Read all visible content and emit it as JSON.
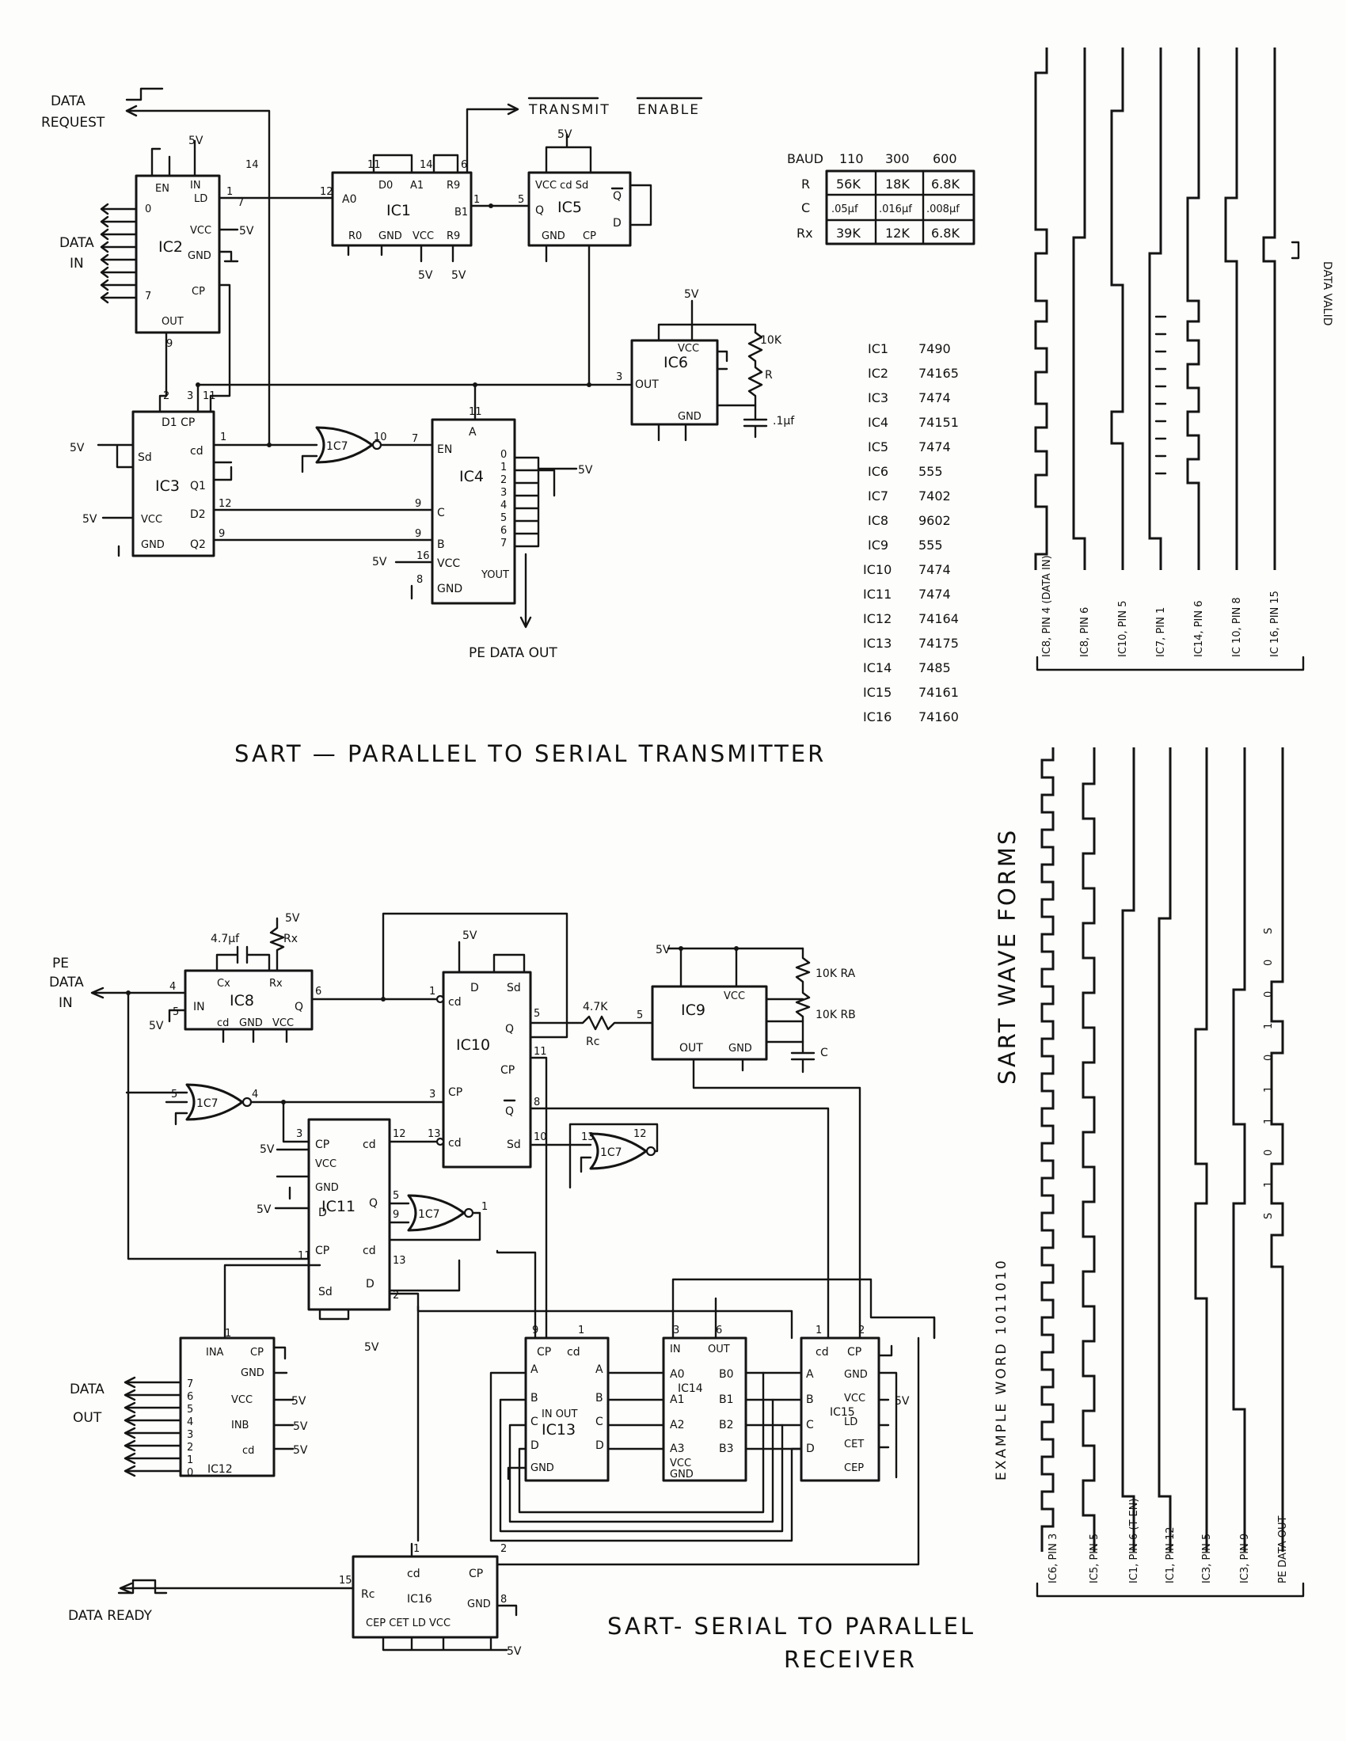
{
  "titles": {
    "transmitter": "SART — PARALLEL TO SERIAL TRANSMITTER",
    "receiver_line1": "SART- SERIAL TO PARALLEL",
    "receiver_line2": "RECEIVER",
    "waveforms": "SART WAVE FORMS",
    "example_word": "EXAMPLE WORD 1011010"
  },
  "tx": {
    "data_request_1": "DATA",
    "data_request_2": "REQUEST",
    "data_in_1": "DATA",
    "data_in_2": "IN",
    "transmit": "TRANSMIT",
    "enable": "ENABLE",
    "pe_data_out": "PE DATA OUT",
    "fiveV": "5V",
    "r10k": "10K",
    "r": "R",
    "cap": ".1μf",
    "ic7": "1C7",
    "ic1": {
      "name": "IC1",
      "pins": [
        "A0",
        "D0",
        "A1",
        "R9",
        "B1",
        "R0",
        "GND",
        "VCC",
        "R9"
      ]
    },
    "ic2": {
      "name": "IC2",
      "pins": [
        "EN",
        "IN",
        "LD",
        "VCC",
        "GND",
        "CP",
        "OUT",
        "0",
        "7"
      ]
    },
    "ic3": {
      "name": "IC3",
      "pins": [
        "D1 CP",
        "Sd",
        "cd",
        "Q1",
        "D2",
        "Q2",
        "VCC",
        "GND"
      ]
    },
    "ic4": {
      "name": "IC4",
      "pins": [
        "A",
        "EN",
        "C",
        "B",
        "VCC",
        "GND",
        "YOUT"
      ]
    },
    "ic5": {
      "name": "IC5",
      "pins": [
        "VCC cd Sd",
        "Q",
        "Q",
        "D",
        "GND",
        "CP"
      ]
    },
    "ic6": {
      "name": "IC6",
      "pins": [
        "OUT",
        "VCC",
        "GND"
      ]
    }
  },
  "baud_table": {
    "header": [
      "BAUD",
      "110",
      "300",
      "600"
    ],
    "rows": [
      {
        "label": "R",
        "values": [
          "56K",
          "18K",
          "6.8K"
        ]
      },
      {
        "label": "C",
        "values": [
          ".05μf",
          ".016μf",
          ".008μf"
        ]
      },
      {
        "label": "Rx",
        "values": [
          "39K",
          "12K",
          "6.8K"
        ]
      }
    ]
  },
  "parts": [
    {
      "ic": "IC1",
      "type": "7490"
    },
    {
      "ic": "IC2",
      "type": "74165"
    },
    {
      "ic": "IC3",
      "type": "7474"
    },
    {
      "ic": "IC4",
      "type": "74151"
    },
    {
      "ic": "IC5",
      "type": "7474"
    },
    {
      "ic": "IC6",
      "type": "555"
    },
    {
      "ic": "IC7",
      "type": "7402"
    },
    {
      "ic": "IC8",
      "type": "9602"
    },
    {
      "ic": "IC9",
      "type": "555"
    },
    {
      "ic": "IC10",
      "type": "7474"
    },
    {
      "ic": "IC11",
      "type": "7474"
    },
    {
      "ic": "IC12",
      "type": "74164"
    },
    {
      "ic": "IC13",
      "type": "74175"
    },
    {
      "ic": "IC14",
      "type": "7485"
    },
    {
      "ic": "IC15",
      "type": "74161"
    },
    {
      "ic": "IC16",
      "type": "74160"
    }
  ],
  "rx": {
    "pe_data_in_1": "PE",
    "pe_data_in_2": "DATA",
    "pe_data_in_3": "IN",
    "data_out_1": "DATA",
    "data_out_2": "OUT",
    "data_ready": "DATA READY",
    "fiveV": "5V",
    "cap_47uf": "4.7μf",
    "rx_label": "Rx",
    "r47k": "4.7K",
    "rc": "Rc",
    "r10k_ra": "10K RA",
    "r10k_rb": "10K RB",
    "c": "C",
    "ic7": "1C7",
    "ic8": {
      "name": "IC8",
      "pins": [
        "Cx",
        "Rx",
        "IN",
        "Q",
        "cd",
        "GND",
        "VCC"
      ]
    },
    "ic9": {
      "name": "IC9",
      "pins": [
        "VCC",
        "OUT",
        "GND"
      ]
    },
    "ic10": {
      "name": "IC10",
      "pins": [
        "D",
        "Sd",
        "cd",
        "Q",
        "CP",
        "CP",
        "Q",
        "cd",
        "Sd"
      ]
    },
    "ic11": {
      "name": "IC11",
      "pins": [
        "CP",
        "cd",
        "VCC",
        "GND",
        "D",
        "Q",
        "CP",
        "cd",
        "Sd",
        "D"
      ]
    },
    "ic12": {
      "name": "IC12",
      "pins": [
        "INA",
        "GND",
        "VCC",
        "INB",
        "cd",
        "CP"
      ]
    },
    "ic13": {
      "name": "IC13",
      "pins": [
        "CP",
        "cd",
        "A",
        "B",
        "C",
        "D",
        "IN OUT",
        "GND"
      ]
    },
    "ic14": {
      "name": "IC14",
      "pins": [
        "IN",
        "OUT",
        "A0",
        "A1",
        "A2",
        "A3",
        "B0",
        "B1",
        "B2",
        "B3",
        "VCC",
        "GND"
      ]
    },
    "ic15": {
      "name": "IC15",
      "pins": [
        "cd",
        "CP",
        "A",
        "B",
        "C",
        "D",
        "GND",
        "VCC",
        "LD",
        "CET",
        "CEP"
      ]
    },
    "ic16": {
      "name": "IC16",
      "pins": [
        "cd",
        "Rc",
        "CP",
        "GND",
        "CEP CET LD VCC"
      ]
    }
  },
  "waveforms": {
    "data_valid": "DATA VALID",
    "example_word_bits": [
      "S",
      "1",
      "0",
      "1",
      "1",
      "0",
      "1",
      "0",
      "0",
      "S"
    ],
    "transmitter_traces": [
      {
        "label": "IC8, PIN 4 (DATA IN)"
      },
      {
        "label": "IC8, PIN 6"
      },
      {
        "label": "IC10, PIN 5"
      },
      {
        "label": "IC7, PIN 1"
      },
      {
        "label": "IC14, PIN 6"
      },
      {
        "label": "IC 10, PIN 8"
      },
      {
        "label": "IC 16, PIN 15"
      }
    ],
    "receiver_traces": [
      {
        "label": "IC6, PIN 3"
      },
      {
        "label": "IC5, PIN 5"
      },
      {
        "label": "IC1, PIN 6 (T EN)"
      },
      {
        "label": "IC1, PIN 12"
      },
      {
        "label": "IC3, PIN 5"
      },
      {
        "label": "IC3, PIN 9"
      },
      {
        "label": "PE DATA OUT"
      }
    ]
  }
}
